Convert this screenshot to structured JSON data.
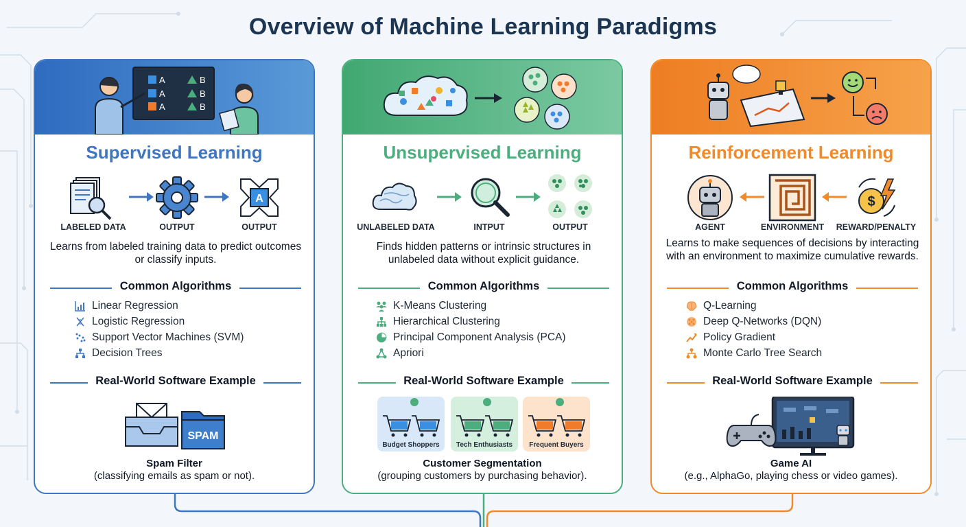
{
  "title": "Overview of Machine Learning Paradigms",
  "colors": {
    "supervised": "#3f76c0",
    "unsupervised": "#4cae7e",
    "reinforcement": "#f08a2a",
    "title": "#1b3553"
  },
  "supervised": {
    "title": "Supervised Learning",
    "board_cells": [
      "A",
      "B",
      "A",
      "B",
      "A",
      "B"
    ],
    "steps": [
      "LABELED DATA",
      "OUTPUT",
      "OUTPUT"
    ],
    "output_letter": "A",
    "description": "Learns from labeled training data to predict outcomes or classify inputs.",
    "algorithms_heading": "Common Algorithms",
    "algorithms": [
      "Linear Regression",
      "Logistic Regression",
      "Support Vector Machines (SVM)",
      "Decision Trees"
    ],
    "algorithm_icons": [
      "chart-icon",
      "dna-icon",
      "scatter-icon",
      "tree-icon"
    ],
    "example_heading": "Real-World Software Example",
    "example_badge": "SPAM",
    "example_name": "Spam Filter",
    "example_desc": "(classifying emails as spam or not)."
  },
  "unsupervised": {
    "title": "Unsupervised Learning",
    "steps": [
      "UNLABELED DATA",
      "INTPUT",
      "OUTPUT"
    ],
    "description": "Finds hidden patterns or intrinsic structures in unlabeled data without explicit guidance.",
    "algorithms_heading": "Common Algorithms",
    "algorithms": [
      "K-Means Clustering",
      "Hierarchical Clustering",
      "Principal Component Analysis (PCA)",
      "Apriori"
    ],
    "algorithm_icons": [
      "users-icon",
      "hierarchy-icon",
      "pie-icon",
      "network-icon"
    ],
    "example_heading": "Real-World Software Example",
    "segments": [
      "Budget Shoppers",
      "Tech Enthusiasts",
      "Frequent Buyers"
    ],
    "example_name": "Customer Segmentation",
    "example_desc": "(grouping customers by purchasing behavior)."
  },
  "reinforcement": {
    "title": "Reinforcement Learning",
    "steps": [
      "AGENT",
      "ENVIRONMENT",
      "REWARD/PENALTY"
    ],
    "description": "Learns to make sequences of decisions by interacting with an environment to maximize cumulative rewards.",
    "algorithms_heading": "Common Algorithms",
    "algorithms": [
      "Q-Learning",
      "Deep Q-Networks (DQN)",
      "Policy Gradient",
      "Monte Carlo Tree Search"
    ],
    "algorithm_icons": [
      "brain-icon",
      "network-icon",
      "trend-icon",
      "tree-icon"
    ],
    "example_heading": "Real-World Software Example",
    "example_name": "Game AI",
    "example_desc": "(e.g., AlphaGo, playing chess or video games)."
  }
}
